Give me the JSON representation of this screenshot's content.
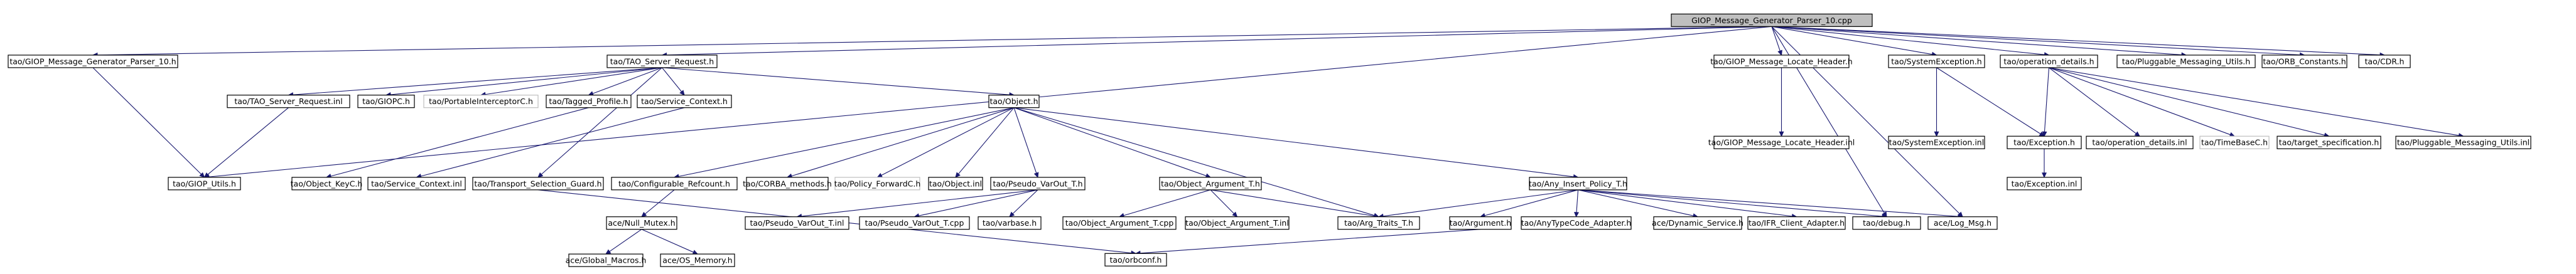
{
  "nodes": [
    {
      "id": "root",
      "label": "GIOP_Message_Generator_Parser_10.cpp",
      "root": true
    },
    {
      "id": "n1",
      "label": "tao/GIOP_Message_Generator_Parser_10.h"
    },
    {
      "id": "n2",
      "label": "tao/TAO_Server_Request.h"
    },
    {
      "id": "n3",
      "label": "tao/GIOP_Message_Locate_Header.h"
    },
    {
      "id": "n4",
      "label": "tao/SystemException.h"
    },
    {
      "id": "n5",
      "label": "tao/operation_details.h"
    },
    {
      "id": "n6",
      "label": "tao/Pluggable_Messaging_Utils.h"
    },
    {
      "id": "n7",
      "label": "tao/ORB_Constants.h"
    },
    {
      "id": "n8",
      "label": "tao/CDR.h"
    },
    {
      "id": "n9",
      "label": "tao/TAO_Server_Request.inl"
    },
    {
      "id": "n10",
      "label": "tao/GIOPC.h"
    },
    {
      "id": "n11",
      "label": "tao/PortableInterceptorC.h",
      "gray": true
    },
    {
      "id": "n12",
      "label": "tao/Tagged_Profile.h"
    },
    {
      "id": "n13",
      "label": "tao/Service_Context.h"
    },
    {
      "id": "n14",
      "label": "tao/Object.h"
    },
    {
      "id": "n15",
      "label": "tao/GIOP_Message_Locate_Header.inl"
    },
    {
      "id": "n16",
      "label": "tao/SystemException.inl"
    },
    {
      "id": "n17",
      "label": "tao/Exception.h"
    },
    {
      "id": "n18",
      "label": "tao/operation_details.inl"
    },
    {
      "id": "n19",
      "label": "tao/TimeBaseC.h",
      "gray": true
    },
    {
      "id": "n20",
      "label": "tao/target_specification.h"
    },
    {
      "id": "n21",
      "label": "tao/Pluggable_Messaging_Utils.inl"
    },
    {
      "id": "n22",
      "label": "tao/GIOP_Utils.h"
    },
    {
      "id": "n23",
      "label": "tao/Object_KeyC.h"
    },
    {
      "id": "n24",
      "label": "tao/Service_Context.inl"
    },
    {
      "id": "n25",
      "label": "tao/Transport_Selection_Guard.h"
    },
    {
      "id": "n26",
      "label": "tao/Configurable_Refcount.h"
    },
    {
      "id": "n27",
      "label": "tao/CORBA_methods.h"
    },
    {
      "id": "n28",
      "label": "tao/Policy_ForwardC.h",
      "gray": true
    },
    {
      "id": "n29",
      "label": "tao/Object.inl"
    },
    {
      "id": "n30",
      "label": "tao/Pseudo_VarOut_T.h"
    },
    {
      "id": "n31",
      "label": "tao/Object_Argument_T.h"
    },
    {
      "id": "n32",
      "label": "tao/Any_Insert_Policy_T.h"
    },
    {
      "id": "n33",
      "label": "tao/Exception.inl"
    },
    {
      "id": "n34",
      "label": "ace/Null_Mutex.h"
    },
    {
      "id": "n35",
      "label": "tao/Pseudo_VarOut_T.inl"
    },
    {
      "id": "n36",
      "label": "tao/Pseudo_VarOut_T.cpp"
    },
    {
      "id": "n37",
      "label": "tao/varbase.h"
    },
    {
      "id": "n38",
      "label": "tao/Object_Argument_T.cpp"
    },
    {
      "id": "n39",
      "label": "tao/Object_Argument_T.inl"
    },
    {
      "id": "n40",
      "label": "tao/Arg_Traits_T.h"
    },
    {
      "id": "n41",
      "label": "tao/Argument.h"
    },
    {
      "id": "n42",
      "label": "tao/AnyTypeCode_Adapter.h"
    },
    {
      "id": "n43",
      "label": "ace/Dynamic_Service.h"
    },
    {
      "id": "n44",
      "label": "tao/IFR_Client_Adapter.h"
    },
    {
      "id": "n45",
      "label": "tao/debug.h"
    },
    {
      "id": "n46",
      "label": "ace/Log_Msg.h"
    },
    {
      "id": "n47",
      "label": "ace/Global_Macros.h"
    },
    {
      "id": "n48",
      "label": "ace/OS_Memory.h"
    },
    {
      "id": "n49",
      "label": "tao/orbconf.h"
    }
  ]
}
